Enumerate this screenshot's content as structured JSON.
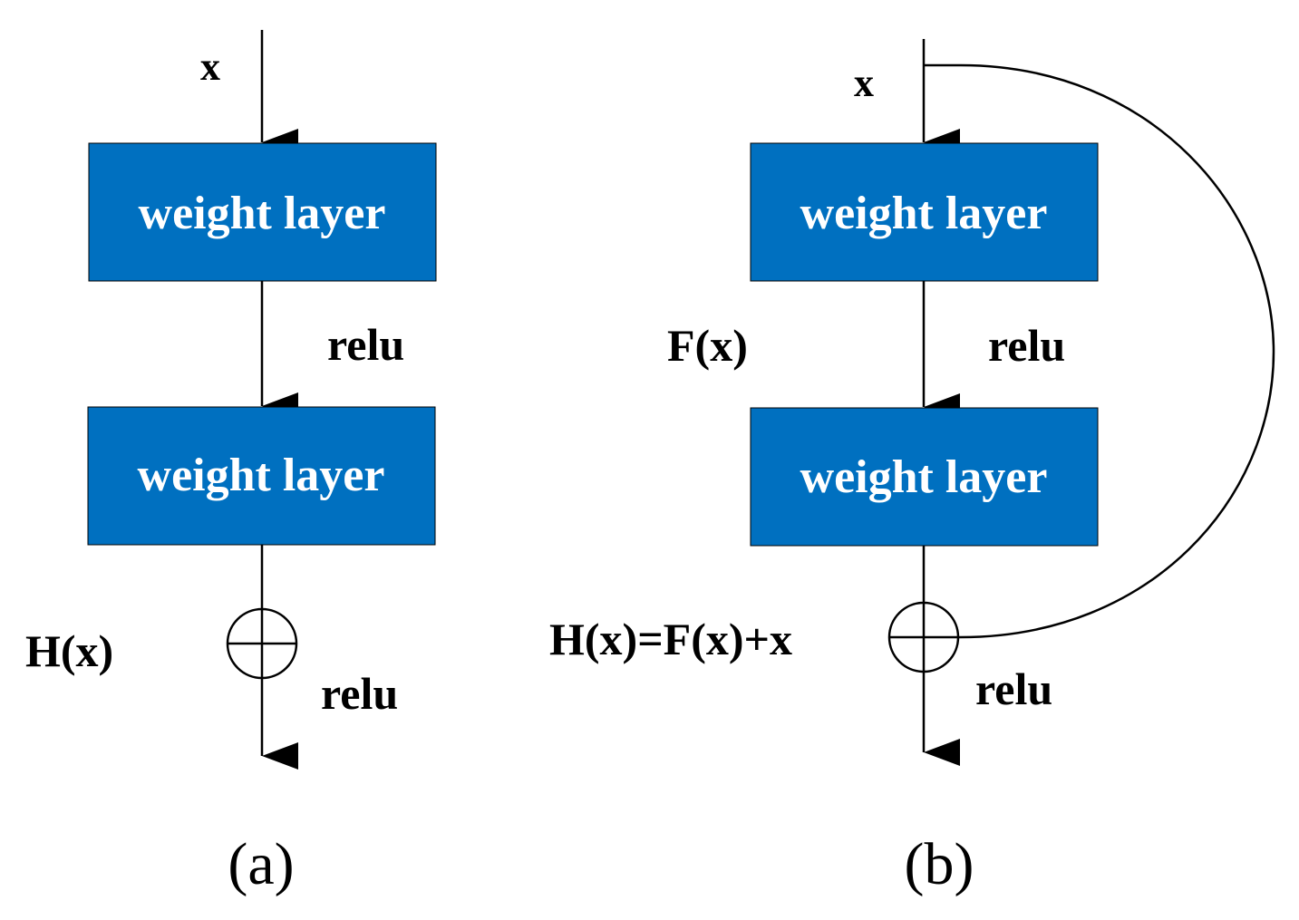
{
  "colors": {
    "box_fill": "#0070C0",
    "box_text": "#ffffff",
    "stroke": "#000000",
    "background": "#ffffff"
  },
  "panel_a": {
    "input_label": "x",
    "layer1_label": "weight layer",
    "relu1_label": "relu",
    "layer2_label": "weight layer",
    "sum_label": "H(x)",
    "relu2_label": "relu",
    "caption": "(a)"
  },
  "panel_b": {
    "input_label": "x",
    "layer1_label": "weight layer",
    "f_label": "F(x)",
    "relu1_label": "relu",
    "layer2_label": "weight layer",
    "sum_label": "H(x)=F(x)+x",
    "relu2_label": "relu",
    "caption": "(b)"
  }
}
